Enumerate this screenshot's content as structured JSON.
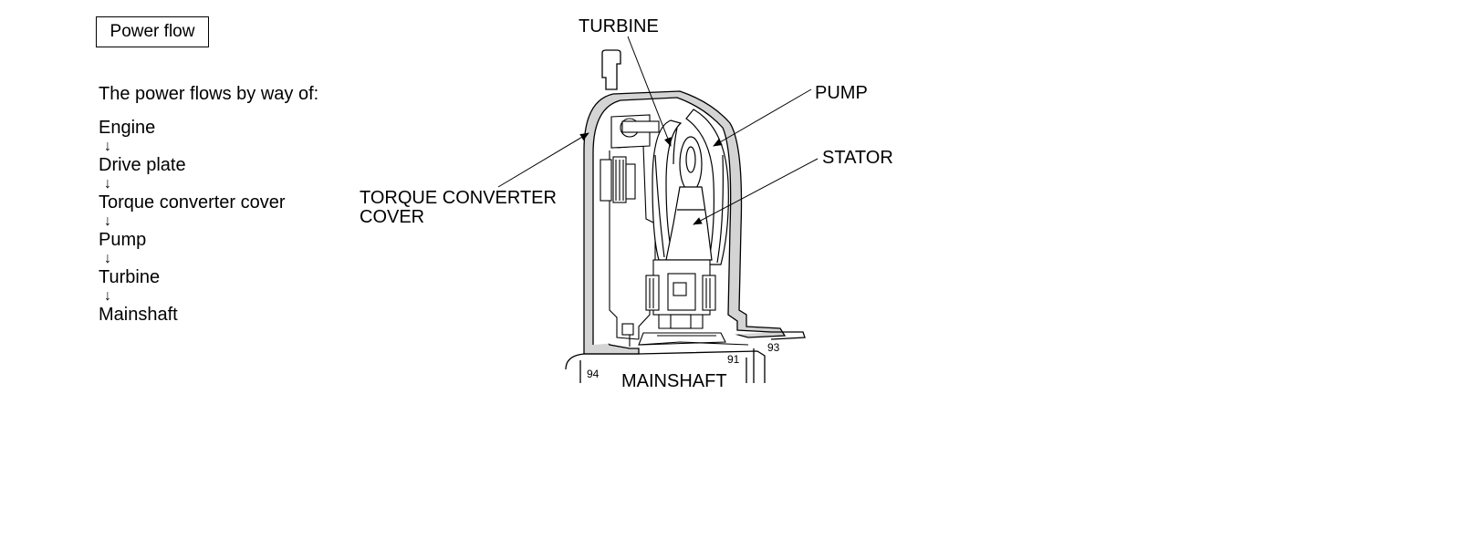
{
  "header": {
    "title": "Power flow"
  },
  "intro_text": "The power flows by way of:",
  "flow": {
    "items": [
      "Engine",
      "Drive plate",
      "Torque converter cover",
      "Pump",
      "Turbine",
      "Mainshaft"
    ],
    "arrow_glyph": "↓"
  },
  "diagram": {
    "labels": {
      "turbine": "TURBINE",
      "pump": "PUMP",
      "stator": "STATOR",
      "torque_converter_cover_line1": "TORQUE CONVERTER",
      "torque_converter_cover_line2": "COVER",
      "mainshaft": "MAINSHAFT"
    },
    "ref_numbers": {
      "n93": "93",
      "n91": "91",
      "n94": "94"
    },
    "colors": {
      "line": "#000000",
      "housing_fill": "#d4d4d4",
      "background": "#ffffff"
    }
  }
}
